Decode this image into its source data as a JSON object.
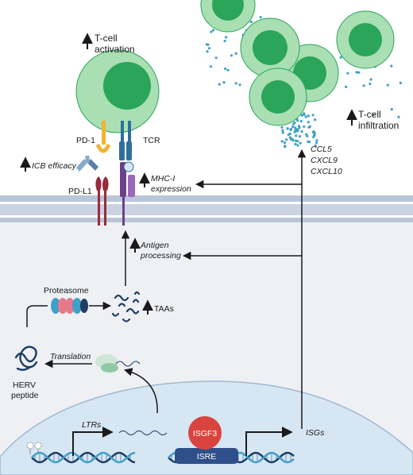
{
  "labels": {
    "tcell_activation_1": "T-cell",
    "tcell_activation_2": "activation",
    "tcell_infiltration_1": "T-cell",
    "tcell_infiltration_2": "infiltration",
    "pd1": "PD-1",
    "tcr": "TCR",
    "icb": "ICB efficacy",
    "pdl1": "PD-L1",
    "mhc_1": "MHC-I",
    "mhc_2": "expression",
    "ccl5": "CCL5",
    "cxcl9": "CXCL9",
    "cxcl10": "CXCL10",
    "antigen_1": "Antigen",
    "antigen_2": "processing",
    "proteasome": "Proteasome",
    "taas": "TAAs",
    "translation": "Translation",
    "herv_1": "HERV",
    "herv_2": "peptide",
    "ltrs": "LTRs",
    "isgf3": "ISGF3",
    "isre": "ISRE",
    "isgs": "ISGs"
  },
  "colors": {
    "tcell_outer": "#a9dfb3",
    "tcell_inner": "#2aa55a",
    "membrane": "#b9c6d8",
    "cytoplasm": "#eef0f3",
    "nucleus": "#d7e6f3",
    "pd1": "#f2b233",
    "tcr": "#2f6f9c",
    "mhc": "#6c3f8a",
    "pdl1": "#9a2b3a",
    "antibody": "#8aa8c8",
    "isgf3": "#d9443e",
    "isre": "#2f4f8a",
    "dna_dark": "#1f3e63",
    "dna_light": "#3fa0c8"
  }
}
